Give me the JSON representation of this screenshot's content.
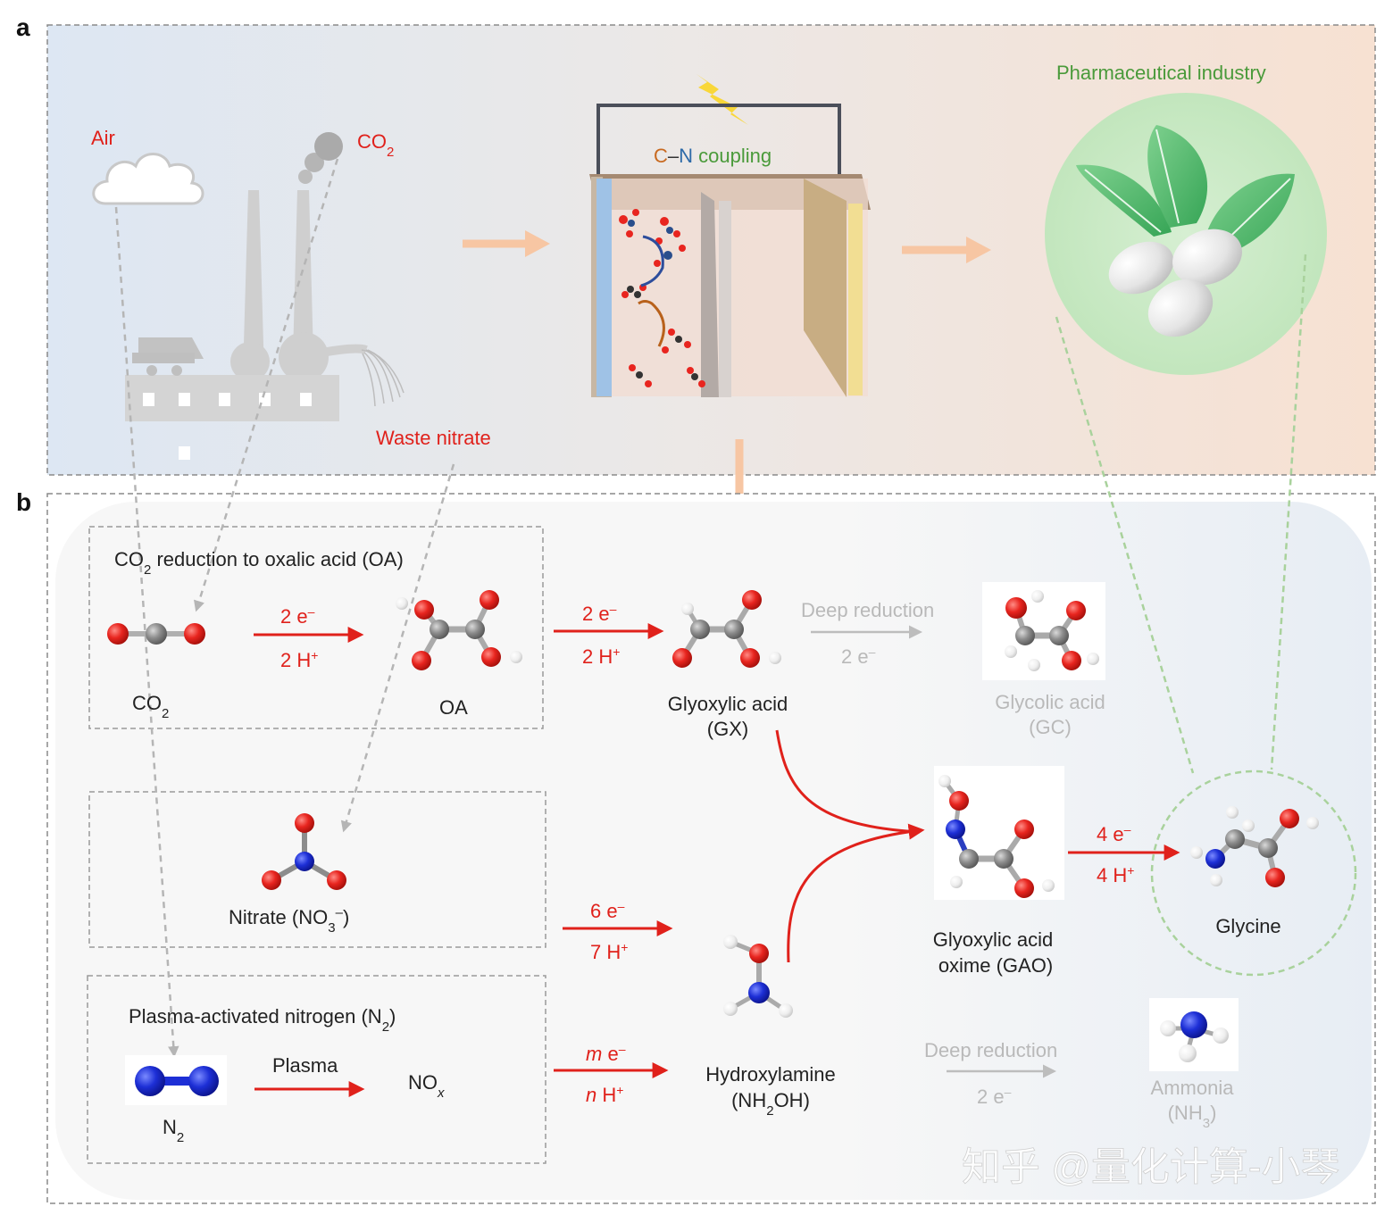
{
  "panels": {
    "a": "a",
    "b": "b"
  },
  "panel_a": {
    "air_label": "Air",
    "co2_label": "CO",
    "co2_sub": "2",
    "cn_c": "C",
    "cn_dash": "–",
    "cn_n": "N",
    "cn_coupling": " coupling",
    "waste_nitrate": "Waste nitrate",
    "pharma": "Pharmaceutical industry"
  },
  "box_co2": {
    "title_pre": "CO",
    "title_sub": "2",
    "title_post": " reduction to oxalic acid (OA)",
    "co2_pre": "CO",
    "co2_sub": "2",
    "oa": "OA",
    "arrow_top": "2 e",
    "arrow_top_sup": "–",
    "arrow_bot": "2 H",
    "arrow_bot_sup": "+"
  },
  "box_nitrate": {
    "label_pre": "Nitrate (NO",
    "label_sub": "3",
    "label_sup": "–",
    "label_post": ")"
  },
  "box_plasma": {
    "title_pre": "Plasma-activated nitrogen (N",
    "title_sub": "2",
    "title_post": ")",
    "plasma": "Plasma",
    "n2_pre": "N",
    "n2_sub": "2",
    "nox_pre": "NO",
    "nox_sub": "x"
  },
  "oa_to_gx": {
    "top": "2 e",
    "top_sup": "–",
    "bot": "2 H",
    "bot_sup": "+"
  },
  "gx": {
    "line1": "Glyoxylic acid",
    "line2": "(GX)"
  },
  "deep1": {
    "label": "Deep reduction",
    "e": "2 e",
    "e_sup": "–"
  },
  "gc": {
    "line1": "Glycolic acid",
    "line2": "(GC)"
  },
  "nitrate_to_ha": {
    "top": "6 e",
    "top_sup": "–",
    "bot": "7 H",
    "bot_sup": "+"
  },
  "nox_to_ha": {
    "top_m": "m",
    "top": " e",
    "top_sup": "–",
    "bot_n": "n",
    "bot": " H",
    "bot_sup": "+"
  },
  "ha": {
    "line1": "Hydroxylamine",
    "line2_pre": "(NH",
    "line2_sub": "2",
    "line2_post": "OH)"
  },
  "gao": {
    "line1": "Glyoxylic acid",
    "line2": "oxime (GAO)"
  },
  "gao_to_gly": {
    "top": "4 e",
    "top_sup": "–",
    "bot": "4 H",
    "bot_sup": "+"
  },
  "glycine": "Glycine",
  "deep2": {
    "label": "Deep reduction",
    "e": "2 e",
    "e_sup": "–"
  },
  "ammonia": {
    "line1": "Ammonia",
    "line2_pre": "(NH",
    "line2_sub": "3",
    "line2_post": ")"
  },
  "watermark": "知乎 @量化计算-小琴",
  "colors": {
    "red": "#e0211b",
    "grey_text": "#b9b9b9",
    "green": "#4a9a3a",
    "orange_arrow": "#f7c6a3",
    "atom_O": "#e8251f",
    "atom_C": "#8c8c8c",
    "atom_N": "#1d2fd6",
    "atom_H": "#f4f4f4"
  },
  "icons": [
    "cloud-icon",
    "factory-icon",
    "lightning-icon",
    "electrolyzer-icon",
    "leaves-pills-icon"
  ]
}
